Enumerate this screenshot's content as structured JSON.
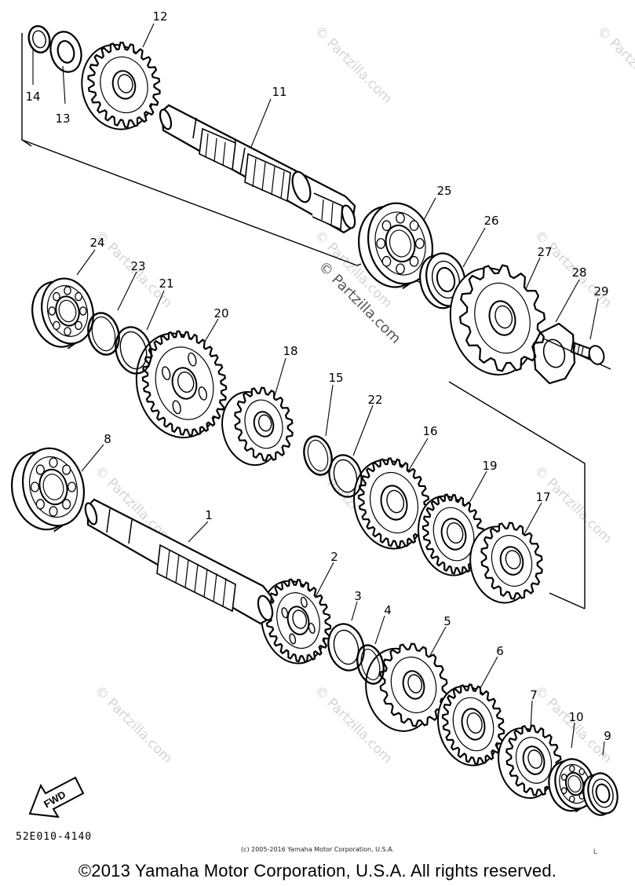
{
  "diagram": {
    "watermark_text": "© Partzilla.com",
    "part_labels": [
      "1",
      "2",
      "3",
      "4",
      "5",
      "6",
      "7",
      "8",
      "9",
      "10",
      "11",
      "12",
      "13",
      "14",
      "15",
      "16",
      "17",
      "18",
      "19",
      "20",
      "21",
      "22",
      "23",
      "24",
      "25",
      "26",
      "27",
      "28",
      "29"
    ],
    "fwd_label": "FWD",
    "diagram_code": "52E010-4140",
    "edge_mark": "L",
    "small_copyright": "(c) 2005-2016 Yamaha Motor Corporation, U.S.A.",
    "main_copyright": "©2013 Yamaha Motor Corporation, U.S.A. All rights reserved."
  }
}
